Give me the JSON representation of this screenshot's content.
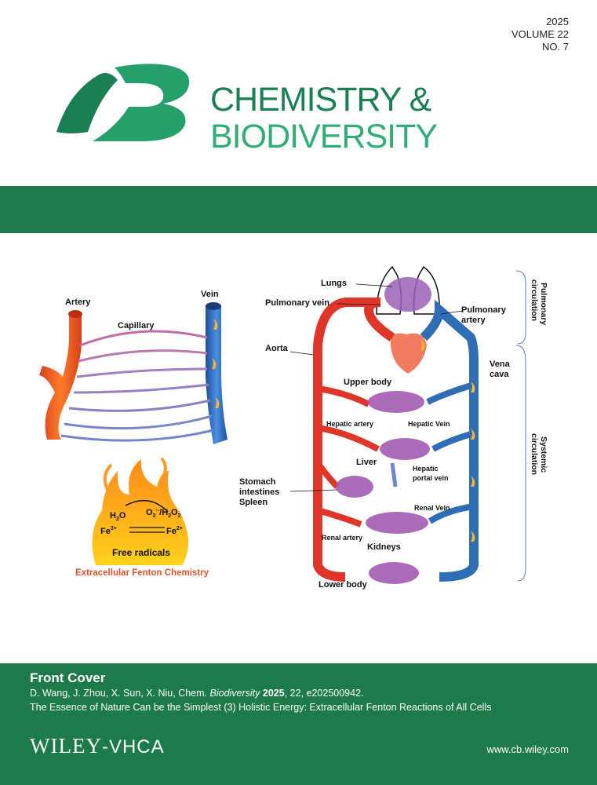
{
  "issue": {
    "year": "2025",
    "volume": "VOLUME 22",
    "number": "NO. 7"
  },
  "journal": {
    "line1": "CHEMISTRY &",
    "line2": "BIODIVERSITY"
  },
  "figure": {
    "artery": "Artery",
    "vein": "Vein",
    "capillary": "Capillary",
    "fenton_title": "Extracellular Fenton Chemistry",
    "free_radicals": "Free radicals",
    "lungs": "Lungs",
    "pulmonary_vein": "Pulmonary vein",
    "pulmonary_artery_1": "Pulmonary",
    "pulmonary_artery_2": "artery",
    "aorta": "Aorta",
    "vena_1": "Vena",
    "vena_2": "cava",
    "upper_body": "Upper body",
    "hepatic_artery": "Hepatic artery",
    "hepatic_vein": "Hepatic Vein",
    "liver": "Liver",
    "hepatic_portal_1": "Hepatic",
    "hepatic_portal_2": "portal vein",
    "stomach": "Stomach",
    "intestines": "intestines",
    "spleen": "Spleen",
    "renal_vein": "Renal Vein",
    "renal_artery": "Renal artery",
    "kidneys": "Kidneys",
    "lower_body": "Lower body",
    "pulmonary_circ_1": "Pulmonary",
    "pulmonary_circ_2": "circulation",
    "systemic_circ_1": "Systemic",
    "systemic_circ_2": "circulation"
  },
  "footer": {
    "label": "Front Cover",
    "authors": "D. Wang, J. Zhou, X. Sun, X. Niu, Chem. ",
    "journal_italic": "Biodiversity",
    "year_bold": "2025",
    "ref": ", 22, e202500942.",
    "title": "The Essence of Nature Can be the Simplest (3) Holistic Energy: Extracellular Fenton Reactions of All Cells",
    "publisher_main": "WILEY",
    "publisher_sub": "-VHCA",
    "url": "www.cb.wiley.com"
  },
  "colors": {
    "brand_green": "#1d7a4b",
    "title_dark": "#1b7f54",
    "title_light": "#33ad76",
    "artery_red": "#e0362a",
    "vein_blue": "#2f6db5"
  }
}
